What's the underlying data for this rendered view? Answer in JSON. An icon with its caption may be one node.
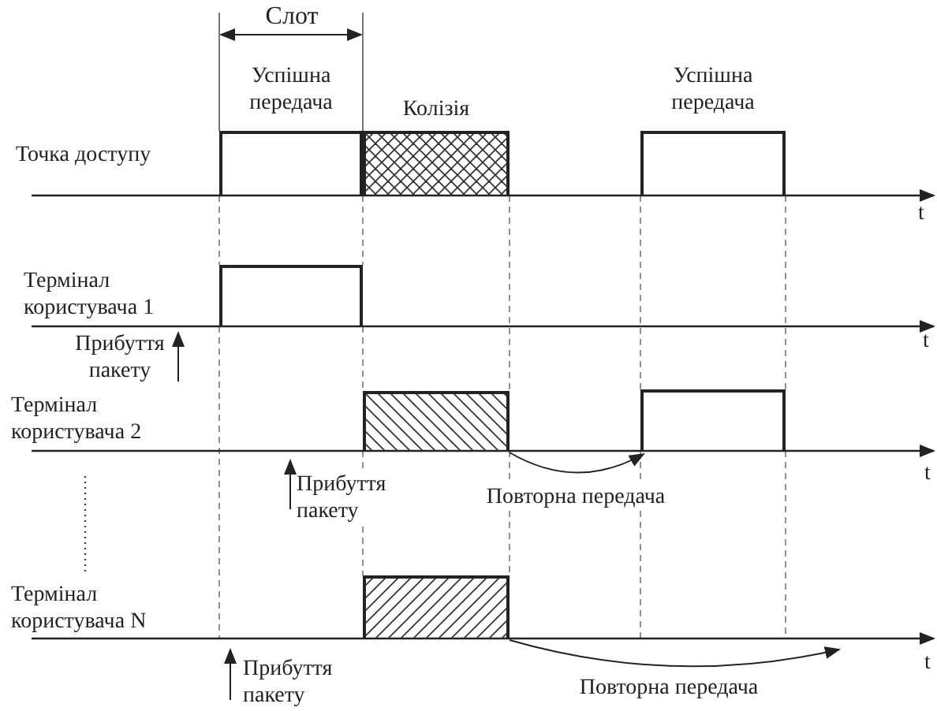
{
  "diagram": {
    "nodes": [
      {
        "text": [
          "Успішна передача"
        ]
      },
      {
        "text": [
          "Колізія"
        ]
      },
      {
        "text": [
          "Успішна передача"
        ]
      },
      {
        "text": [],
        "shape": "box"
      },
      {
        "text": [],
        "shape": "box"
      },
      {
        "text": [],
        "shape": "box"
      },
      {
        "text": [],
        "shape": "box"
      }
    ],
    "edges": [
      {
        "from": 4,
        "to": 5,
        "arrow": "to",
        "label": "Повторна передача"
      },
      {
        "from": 6,
        "to": null,
        "arrow": "to",
        "label": "Повторна передача"
      }
    ],
    "labels": [
      "Слот",
      "Точка доступу",
      "t",
      "Термінал користувача 1",
      "t",
      "Прибуття пакету",
      "Термінал користувача 2",
      "t",
      "Прибуття пакету",
      "Термінал користувача N",
      "t",
      "Прибуття пакету"
    ]
  }
}
